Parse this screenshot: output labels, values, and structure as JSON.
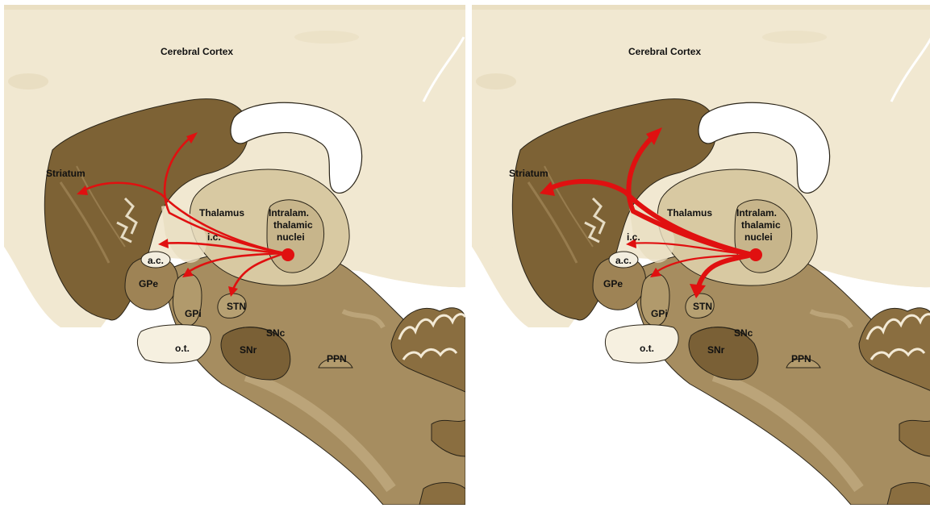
{
  "panels": [
    {
      "id": "left",
      "labels": {
        "cortex": "Cerebral Cortex",
        "striatum": "Striatum",
        "thalamus": "Thalamus",
        "intralam_1": "Intralam.",
        "intralam_2": "thalamic",
        "intralam_3": "nuclei",
        "ic": "i.c.",
        "ac": "a.c.",
        "gpe": "GPe",
        "gpi": "GPi",
        "stn": "STN",
        "snc": "SNc",
        "snr": "SNr",
        "ppn": "PPN",
        "ot": "o.t."
      }
    },
    {
      "id": "right",
      "labels": {
        "cortex": "Cerebral Cortex",
        "striatum": "Striatum",
        "thalamus": "Thalamus",
        "intralam_1": "Intralam.",
        "intralam_2": "thalamic",
        "intralam_3": "nuclei",
        "ic": "i.c.",
        "ac": "a.c.",
        "gpe": "GPe",
        "gpi": "GPi",
        "stn": "STN",
        "snc": "SNc",
        "snr": "SNr",
        "ppn": "PPN",
        "ot": "o.t."
      }
    }
  ],
  "colors": {
    "cortex": "#f1e8d1",
    "striatum": "#7d6235",
    "striatum_light": "#a2875a",
    "thalamus": "#d8c9a2",
    "brainstem": "#a68d60",
    "snr": "#7a6036",
    "cerebellum": "#8a6e40",
    "ventricle": "#ffffff",
    "outline": "#2a2418",
    "arrow": "#e01010"
  }
}
